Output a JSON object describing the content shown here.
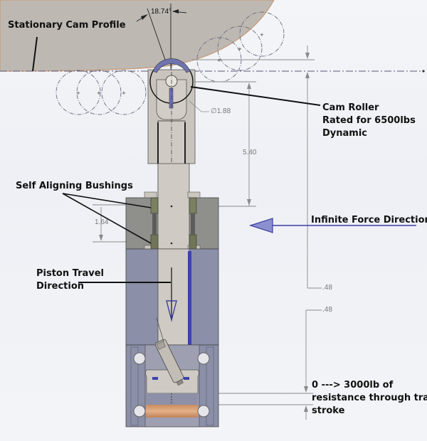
{
  "title": "Cam follower piston assembly – section view",
  "colors": {
    "cam": "#bdb8b2",
    "cam_edge": "#c89a78",
    "housing_upper": "#8f8f8c",
    "housing_lower": "#8b8fa8",
    "rod": "#cfcac3",
    "bushing": "#7a8060",
    "accent_blue": "#3a3fa0",
    "spring": "#d49a6a",
    "dim_line": "#8a8a8a",
    "leader": "#111111"
  },
  "labels": {
    "cam_profile": "Stationary Cam Profile",
    "cam_roller_1": "Cam Roller",
    "cam_roller_2": "Rated for 6500lbs",
    "cam_roller_3": "Dynamic",
    "bushings": "Self Aligning Bushings",
    "force": "Infinite Force Direction",
    "piston_1": "Piston Travel",
    "piston_2": "Direction",
    "resistance_1": "0 ---> 3000lb of",
    "resistance_2": "resistance through travel",
    "resistance_3": "stroke"
  },
  "dimensions": {
    "angle": "18.74°",
    "roller_diameter": "∅1.88",
    "roller_to_housing": "5.40",
    "bushing_spacing": "1.64",
    "gap_upper": ".48",
    "gap_lower": ".48"
  }
}
